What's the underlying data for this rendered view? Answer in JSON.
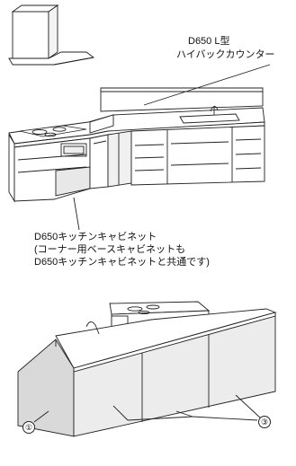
{
  "callouts": {
    "l_counter_line1": "D650 L型",
    "l_counter_line2": "ハイバックカウンター",
    "cabinet_line1": "D650キッチンキャビネット",
    "cabinet_line2": "(コーナー用ベースキャビネットも",
    "cabinet_line3": "D650キッチンキャビネットと共通です)"
  },
  "markers": {
    "left_panel": "①",
    "door_panels": "③"
  },
  "icons": {
    "range_hood": "range-hood-icon",
    "kitchen_l": "l-shaped-kitchen-drawing",
    "kitchen_panel": "panel-kitchen-drawing"
  }
}
